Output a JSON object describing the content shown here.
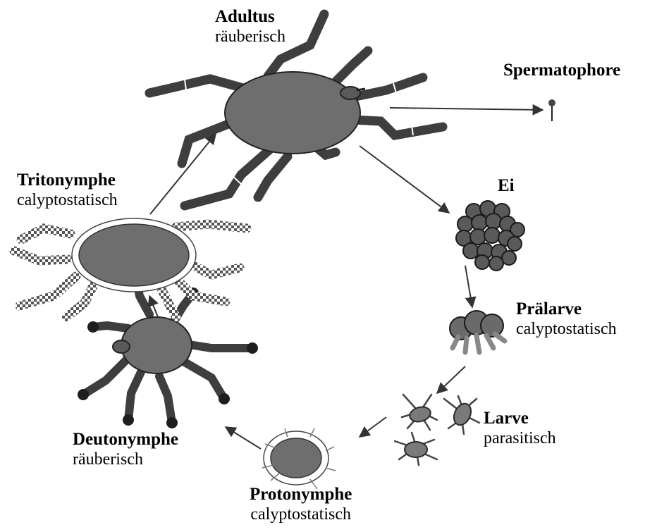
{
  "stages": {
    "adultus": {
      "title": "Adultus",
      "subtitle": "räuberisch"
    },
    "spermatophore": {
      "title": "Spermatophore"
    },
    "ei": {
      "title": "Ei"
    },
    "praelarve": {
      "title": "Prälarve",
      "subtitle": "calyptostatisch"
    },
    "larve": {
      "title": "Larve",
      "subtitle": "parasitisch"
    },
    "protonymphe": {
      "title": "Protonymphe",
      "subtitle": "calyptostatisch"
    },
    "deutonymphe": {
      "title": "Deutonymphe",
      "subtitle": "räuberisch"
    },
    "tritonymphe": {
      "title": "Tritonymphe",
      "subtitle": "calyptostatisch"
    }
  },
  "colors": {
    "body": "#6e6e6e",
    "leg": "#3e3e3e",
    "outline": "#222222",
    "arrow": "#333333",
    "membrane": "#cfcfcf"
  }
}
